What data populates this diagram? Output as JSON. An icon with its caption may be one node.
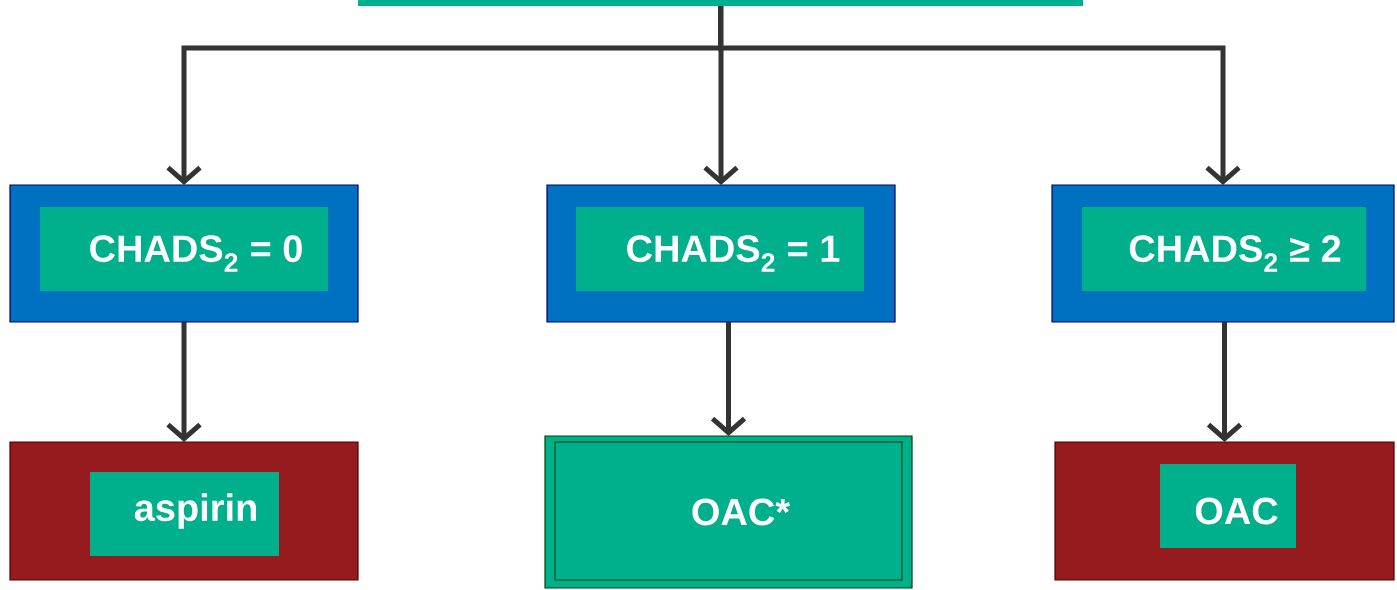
{
  "diagram": {
    "nodes": [
      {
        "text": [],
        "shape": "box"
      },
      {
        "text": [
          "CHADS$_{2}$ = 0"
        ]
      },
      {
        "text": [
          "CHADS$_{2}$ = 1"
        ]
      },
      {
        "text": [
          "CHADS$_{2}$ ≥ 2"
        ]
      },
      {
        "text": [
          "aspirin"
        ]
      },
      {
        "text": [
          "OAC*"
        ]
      },
      {
        "text": [
          "OAC"
        ]
      }
    ],
    "edges": [
      {
        "from": 0,
        "to": 1,
        "arrow": "to"
      },
      {
        "from": 0,
        "to": 2,
        "arrow": "to"
      },
      {
        "from": 0,
        "to": 3,
        "arrow": "to"
      },
      {
        "from": 1,
        "to": 4,
        "arrow": "to"
      },
      {
        "from": 2,
        "to": 5,
        "arrow": "to"
      },
      {
        "from": 3,
        "to": 6,
        "arrow": "to"
      }
    ]
  }
}
